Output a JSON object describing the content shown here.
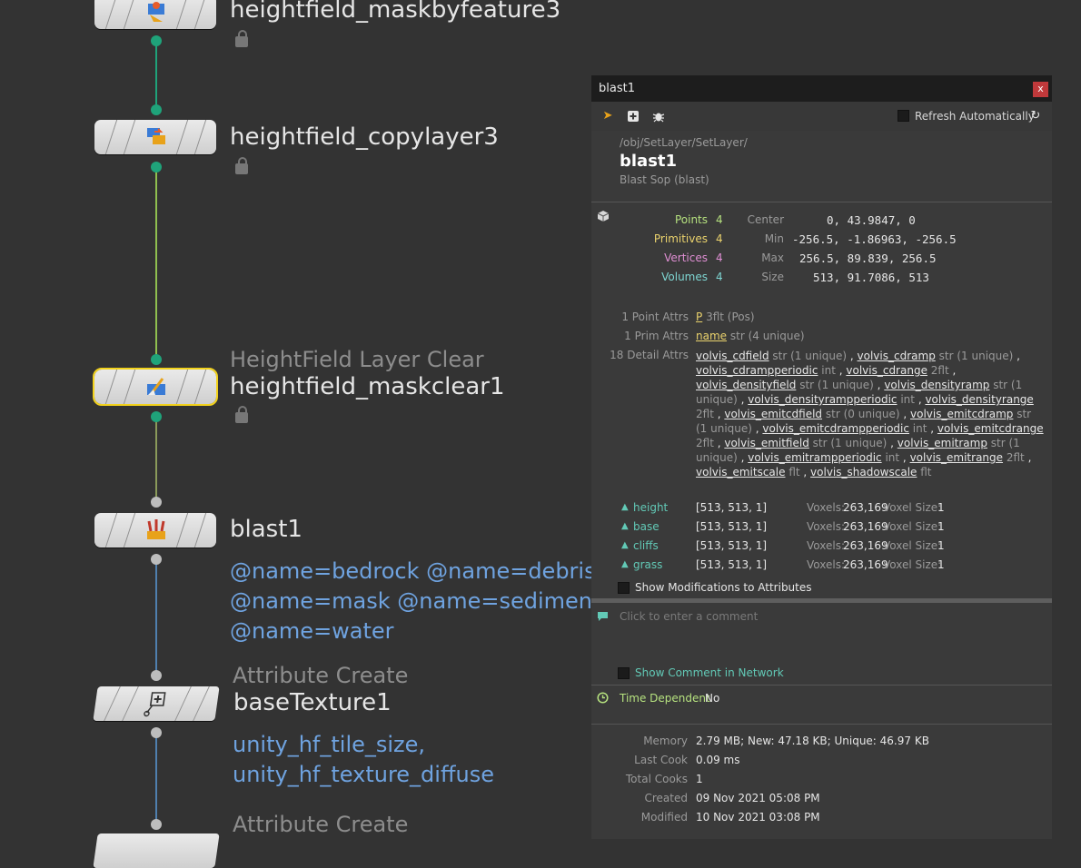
{
  "network": {
    "nodes": [
      {
        "name": "heightfield_maskbyfeature3",
        "type": ""
      },
      {
        "name": "heightfield_copylayer3",
        "type": ""
      },
      {
        "name": "heightfield_maskclear1",
        "type": "HeightField Layer Clear"
      },
      {
        "name": "blast1",
        "type": "",
        "params": [
          "@name=bedrock @name=debris",
          "@name=mask @name=sediment",
          "@name=water"
        ]
      },
      {
        "name": "baseTexture1",
        "type": "Attribute Create",
        "params": [
          "unity_hf_tile_size,",
          "unity_hf_texture_diffuse"
        ]
      },
      {
        "name": "",
        "type": "Attribute Create"
      }
    ]
  },
  "panel": {
    "title": "blast1",
    "close_label": "x",
    "refresh_label": "Refresh Automatically",
    "path": "/obj/SetLayer/SetLayer/",
    "node_name": "blast1",
    "node_type": "Blast Sop (blast)",
    "stats": {
      "points_label": "Points",
      "points": "4",
      "prims_label": "Primitives",
      "prims": "4",
      "verts_label": "Vertices",
      "verts": "4",
      "vols_label": "Volumes",
      "vols": "4",
      "center_label": "Center",
      "center": "0,  43.9847,      0",
      "min_label": "Min",
      "min": "-256.5, -1.86963, -256.5",
      "max_label": "Max",
      "max": "256.5,   89.839,  256.5",
      "size_label": "Size",
      "size": "513,  91.7086,    513"
    },
    "attrs": {
      "point_label": "1 Point Attrs",
      "point_name": "P",
      "point_type": "3flt (Pos)",
      "prim_label": "1 Prim Attrs",
      "prim_name": "name",
      "prim_type": "str (4 unique)",
      "detail_label": "18 Detail Attrs",
      "detail": [
        [
          "volvis_cdfield",
          "str (1 unique)"
        ],
        [
          "volvis_cdramp",
          "str (1 unique)"
        ],
        [
          "volvis_cdrampperiodic",
          "int"
        ],
        [
          "volvis_cdrange",
          "2flt"
        ],
        [
          "volvis_densityfield",
          "str (1 unique)"
        ],
        [
          "volvis_densityramp",
          "str (1 unique)"
        ],
        [
          "volvis_densityrampperiodic",
          "int"
        ],
        [
          "volvis_densityrange",
          "2flt"
        ],
        [
          "volvis_emitcdfield",
          "str (0 unique)"
        ],
        [
          "volvis_emitcdramp",
          "str (1 unique)"
        ],
        [
          "volvis_emitcdrampperiodic",
          "int"
        ],
        [
          "volvis_emitcdrange",
          "2flt"
        ],
        [
          "volvis_emitfield",
          "str (1 unique)"
        ],
        [
          "volvis_emitramp",
          "str (1 unique)"
        ],
        [
          "volvis_emitrampperiodic",
          "int"
        ],
        [
          "volvis_emitrange",
          "2flt"
        ],
        [
          "volvis_emitscale",
          "flt"
        ],
        [
          "volvis_shadowscale",
          "flt"
        ]
      ]
    },
    "volumes": [
      {
        "name": "height",
        "res": "[513, 513, 1]",
        "voxels_label": "Voxels:",
        "voxels": "263,169",
        "vsize_label": "Voxel Size:",
        "vsize": "1"
      },
      {
        "name": "base",
        "res": "[513, 513, 1]",
        "voxels_label": "Voxels:",
        "voxels": "263,169",
        "vsize_label": "Voxel Size:",
        "vsize": "1"
      },
      {
        "name": "cliffs",
        "res": "[513, 513, 1]",
        "voxels_label": "Voxels:",
        "voxels": "263,169",
        "vsize_label": "Voxel Size:",
        "vsize": "1"
      },
      {
        "name": "grass",
        "res": "[513, 513, 1]",
        "voxels_label": "Voxels:",
        "voxels": "263,169",
        "vsize_label": "Voxel Size:",
        "vsize": "1"
      }
    ],
    "show_mods_label": "Show Modifications to Attributes",
    "comment_placeholder": "Click to enter a comment",
    "show_comment_label": "Show Comment in Network",
    "time_dep_label": "Time Dependent",
    "time_dep": "No",
    "info": [
      {
        "label": "Memory",
        "value": "2.79 MB; New: 47.18 KB; Unique: 46.97 KB"
      },
      {
        "label": "Last Cook",
        "value": "0.09 ms"
      },
      {
        "label": "Total Cooks",
        "value": "1"
      },
      {
        "label": "Created",
        "value": "09 Nov 2021 05:08 PM"
      },
      {
        "label": "Modified",
        "value": "10 Nov 2021 03:08 PM"
      }
    ],
    "colors": {
      "points": "#b6e27f",
      "prims": "#ebd36d",
      "verts": "#e08fd4",
      "vols": "#7ed6d2",
      "accent": "#62c9b6"
    }
  }
}
